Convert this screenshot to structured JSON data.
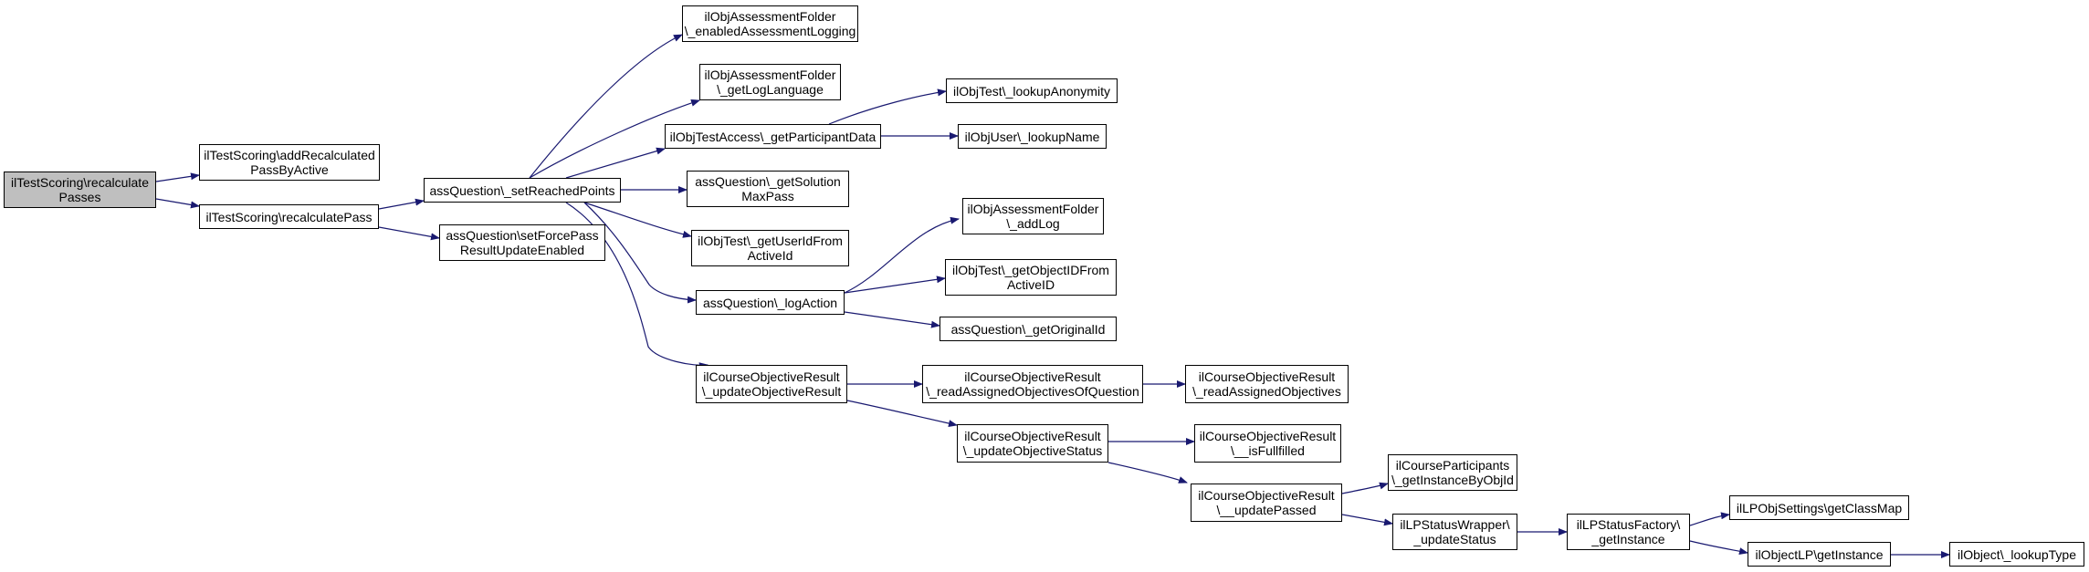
{
  "colors": {
    "edge": "#191970",
    "border": "#000000",
    "root_fill": "#bfbfbf",
    "node_fill": "#ffffff"
  },
  "nodes": [
    {
      "id": "n_recalcPasses",
      "lines": [
        "ilTestScoring\\recalculate",
        "Passes"
      ]
    },
    {
      "id": "n_addRecalc",
      "lines": [
        "ilTestScoring\\addRecalculated",
        "PassByActive"
      ]
    },
    {
      "id": "n_recalcPass",
      "lines": [
        "ilTestScoring\\recalculatePass"
      ]
    },
    {
      "id": "n_setReached",
      "lines": [
        "assQuestion\\_setReachedPoints"
      ]
    },
    {
      "id": "n_setForce",
      "lines": [
        "assQuestion\\setForcePass",
        "ResultUpdateEnabled"
      ]
    },
    {
      "id": "n_enabledLog",
      "lines": [
        "ilObjAssessmentFolder",
        "\\_enabledAssessmentLogging"
      ]
    },
    {
      "id": "n_getLogLang",
      "lines": [
        "ilObjAssessmentFolder",
        "\\_getLogLanguage"
      ]
    },
    {
      "id": "n_getPartData",
      "lines": [
        "ilObjTestAccess\\_getParticipantData"
      ]
    },
    {
      "id": "n_getSolMax",
      "lines": [
        "assQuestion\\_getSolution",
        "MaxPass"
      ]
    },
    {
      "id": "n_getUserId",
      "lines": [
        "ilObjTest\\_getUserIdFrom",
        "ActiveId"
      ]
    },
    {
      "id": "n_logAction",
      "lines": [
        "assQuestion\\_logAction"
      ]
    },
    {
      "id": "n_updObjRes",
      "lines": [
        "ilCourseObjectiveResult",
        "\\_updateObjectiveResult"
      ]
    },
    {
      "id": "n_lookupAnon",
      "lines": [
        "ilObjTest\\_lookupAnonymity"
      ]
    },
    {
      "id": "n_lookupName",
      "lines": [
        "ilObjUser\\_lookupName"
      ]
    },
    {
      "id": "n_addLog",
      "lines": [
        "ilObjAssessmentFolder",
        "\\_addLog"
      ]
    },
    {
      "id": "n_getObjId",
      "lines": [
        "ilObjTest\\_getObjectIDFrom",
        "ActiveID"
      ]
    },
    {
      "id": "n_getOrigId",
      "lines": [
        "assQuestion\\_getOriginalId"
      ]
    },
    {
      "id": "n_readAssQ",
      "lines": [
        "ilCourseObjectiveResult",
        "\\_readAssignedObjectivesOfQuestion"
      ]
    },
    {
      "id": "n_updObjStat",
      "lines": [
        "ilCourseObjectiveResult",
        "\\_updateObjectiveStatus"
      ]
    },
    {
      "id": "n_readAssObj",
      "lines": [
        "ilCourseObjectiveResult",
        "\\_readAssignedObjectives"
      ]
    },
    {
      "id": "n_isFull",
      "lines": [
        "ilCourseObjectiveResult",
        "\\__isFullfilled"
      ]
    },
    {
      "id": "n_updPassed",
      "lines": [
        "ilCourseObjectiveResult",
        "\\__updatePassed"
      ]
    },
    {
      "id": "n_getInstObj",
      "lines": [
        "ilCourseParticipants",
        "\\_getInstanceByObjId"
      ]
    },
    {
      "id": "n_lpStatus",
      "lines": [
        "ilLPStatusWrapper\\",
        "_updateStatus"
      ]
    },
    {
      "id": "n_lpFactory",
      "lines": [
        "ilLPStatusFactory\\",
        "_getInstance"
      ]
    },
    {
      "id": "n_classMap",
      "lines": [
        "ilLPObjSettings\\getClassMap"
      ]
    },
    {
      "id": "n_objLP",
      "lines": [
        "ilObjectLP\\getInstance"
      ]
    },
    {
      "id": "n_lookupType",
      "lines": [
        "ilObject\\_lookupType"
      ]
    }
  ]
}
